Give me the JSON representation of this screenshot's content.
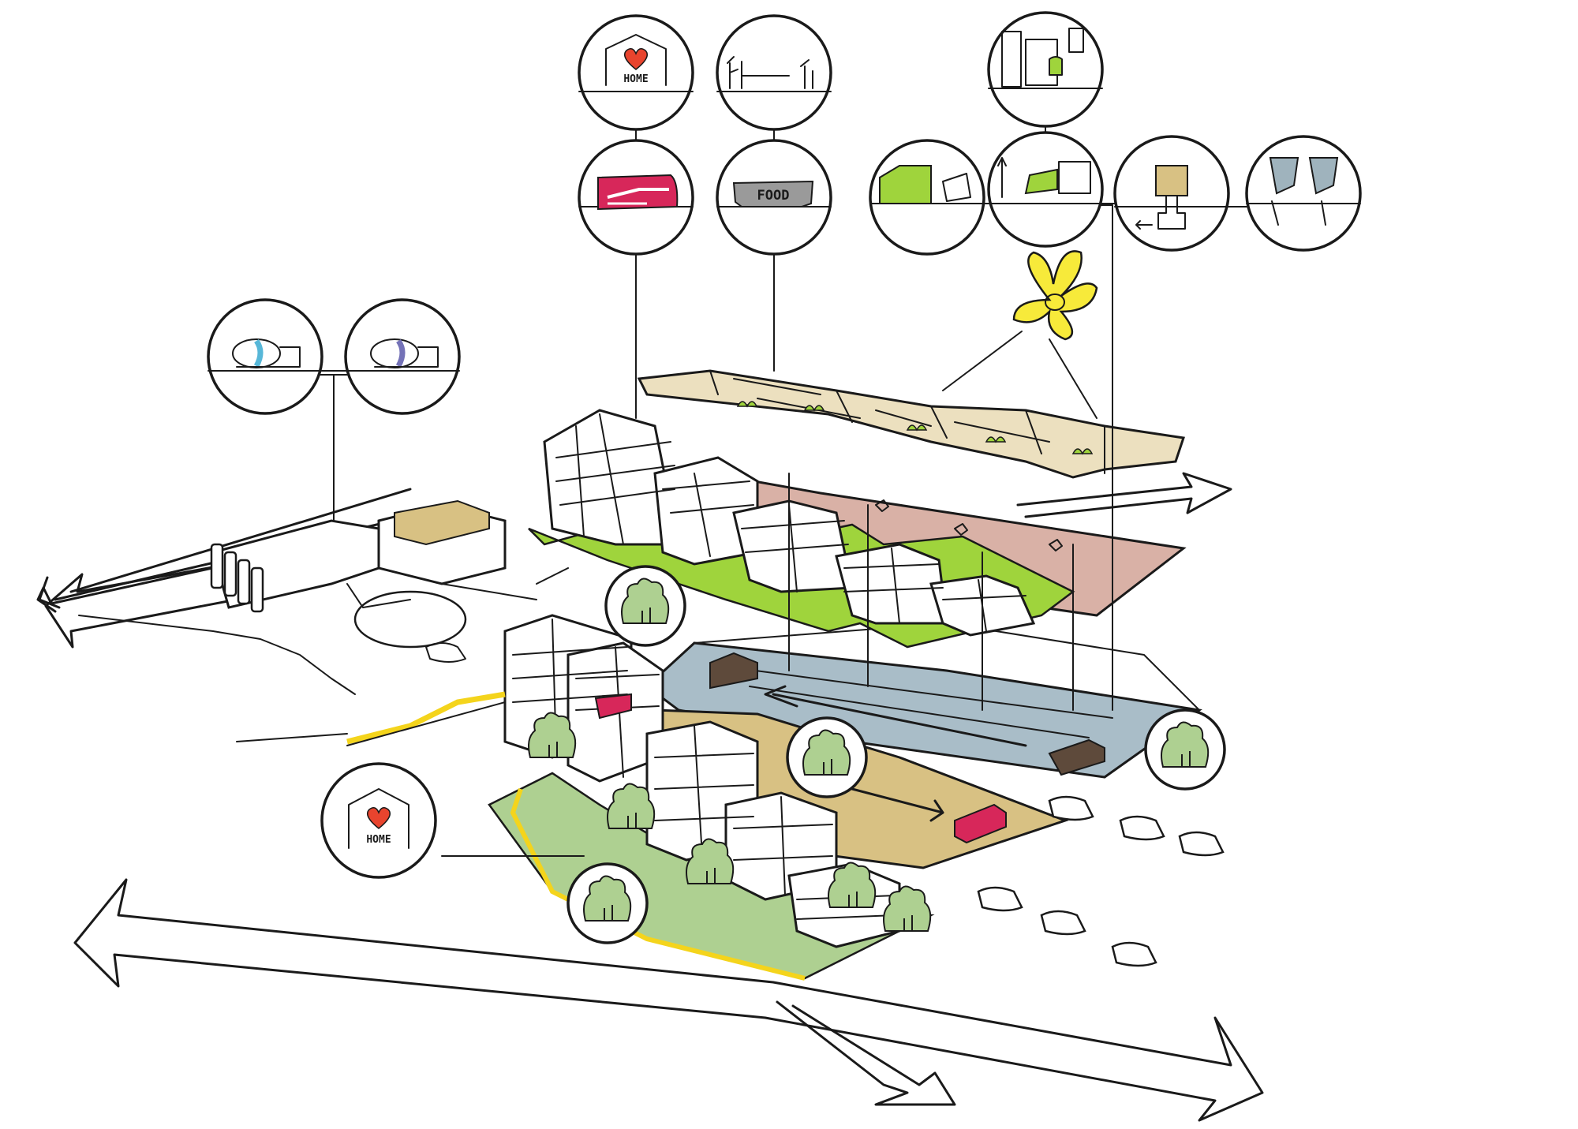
{
  "diagram": {
    "bubble_labels": {
      "home_top": "HOME",
      "food": "FOOD",
      "home_bottom": "HOME"
    },
    "colors": {
      "ink": "#1a1a1a",
      "roof_beige": "#ece0bf",
      "pink_layer": "#d9b1a6",
      "blue_layer": "#a9bdc8",
      "tan_layer": "#d8c183",
      "lime": "#9fd43c",
      "leaf_green": "#aed091",
      "yellow_path": "#f4d41c",
      "bus_red": "#d7275a",
      "truck_brown": "#5e4a3b",
      "food_gray": "#9a9a9a",
      "grey_blue": "#9fb3bd",
      "propeller_yellow": "#f7ea3a",
      "heart_red": "#e8442e"
    },
    "icons": [
      "home-heart-icon",
      "people-table-icon",
      "storage-room-icon",
      "bus-icon",
      "food-truck-icon",
      "delivery-van-icon",
      "warehouse-forklift-icon",
      "silo-pipe-icon",
      "grey-silo-icon",
      "cement-mixer-icon",
      "cement-mixer-blue-icon",
      "wind-propeller-icon",
      "tree-icon"
    ]
  }
}
